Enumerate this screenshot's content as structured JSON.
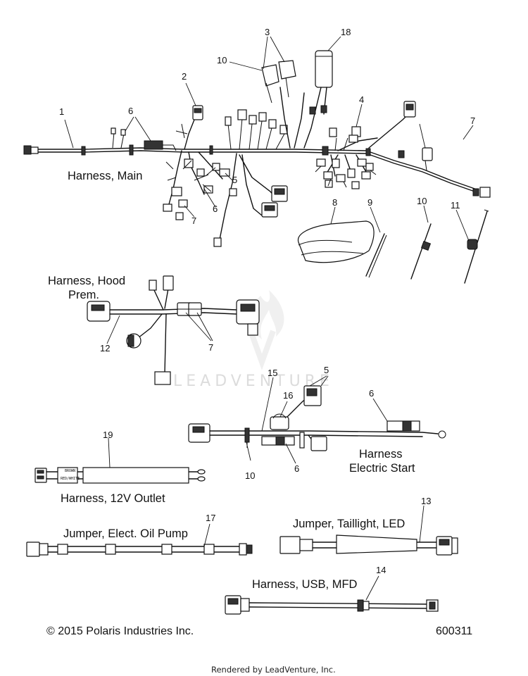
{
  "callouts": [
    "1",
    "2",
    "3",
    "4",
    "5",
    "6",
    "7",
    "8",
    "9",
    "10",
    "11",
    "12",
    "13",
    "14",
    "15",
    "16",
    "17",
    "18",
    "19"
  ],
  "titles": {
    "main": "Harness, Main",
    "hood_line1": "Harness, Hood",
    "hood_line2": "Prem.",
    "electric_line1": "Harness",
    "electric_line2": "Electric Start",
    "outlet": "Harness, 12V Outlet",
    "oil_pump": "Jumper, Elect. Oil Pump",
    "taillight": "Jumper, Taillight, LED",
    "usb": "Harness, USB, MFD"
  },
  "wire_labels": {
    "brown": "BROWN",
    "red_white": "RED/WHITE"
  },
  "watermark": "LEADVENTURE",
  "copyright": "© 2015 Polaris Industries Inc.",
  "diagram_id": "600311",
  "credit": "Rendered by LeadVenture, Inc."
}
